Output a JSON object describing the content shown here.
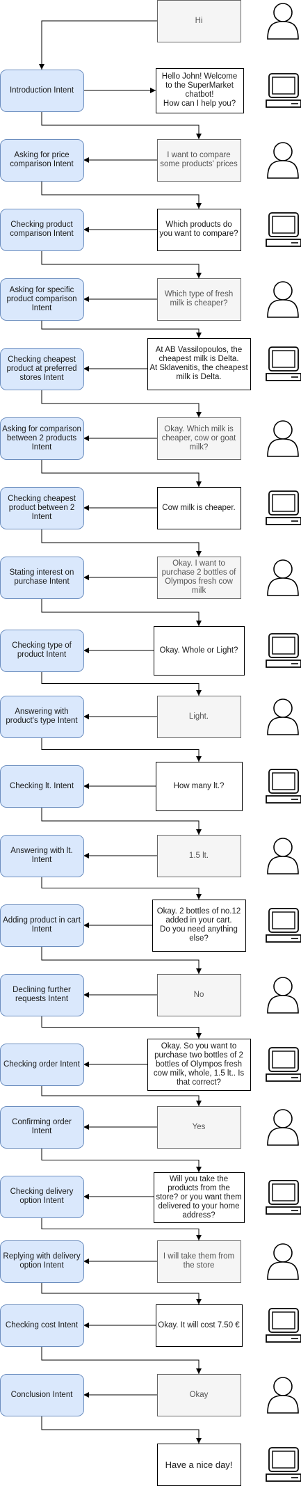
{
  "intents": [
    "Introduction Intent",
    "Asking for price comparison Intent",
    "Checking product comparison Intent",
    "Asking for specific product comparison Intent",
    "Checking cheapest product at preferred stores Intent",
    "Asking for comparison between 2 products Intent",
    "Checking cheapest product between 2 Intent",
    "Stating interest on purchase Intent",
    "Checking type of product Intent",
    "Answering with product's type Intent",
    "Checking lt. Intent",
    "Answering with lt. Intent",
    "Adding product in cart Intent",
    "Declining further requests Intent",
    "Checking order Intent",
    "Confirming order Intent",
    "Checking delivery option Intent",
    "Replying with delivery option Intent",
    "Checking cost Intent",
    "Conclusion Intent"
  ],
  "messages": [
    {
      "speaker": "user",
      "text": "Hi"
    },
    {
      "speaker": "bot",
      "text": "Hello John! Welcome to the SuperMarket chatbot!\nHow can I help you?"
    },
    {
      "speaker": "user",
      "text": "I want to compare some products' prices"
    },
    {
      "speaker": "bot",
      "text": "Which products do you want to compare?"
    },
    {
      "speaker": "user",
      "text": "Which type of fresh milk is cheaper?"
    },
    {
      "speaker": "bot",
      "text": "At AB Vassilopoulos, the cheapest milk is Delta.\nAt Sklavenitis, the cheapest milk is Delta."
    },
    {
      "speaker": "user",
      "text": "Okay. Which milk is cheaper, cow or goat milk?"
    },
    {
      "speaker": "bot",
      "text": "Cow milk is cheaper."
    },
    {
      "speaker": "user",
      "text": "Okay. I want to purchase 2 bottles of Olympos fresh cow milk"
    },
    {
      "speaker": "bot",
      "text": "Okay. Whole or Light?"
    },
    {
      "speaker": "user",
      "text": "Light."
    },
    {
      "speaker": "bot",
      "text": "How many lt.?"
    },
    {
      "speaker": "user",
      "text": "1.5 lt."
    },
    {
      "speaker": "bot",
      "text": "Okay. 2 bottles of  no.12 added in your cart.\nDo you need anything else?"
    },
    {
      "speaker": "user",
      "text": "No"
    },
    {
      "speaker": "bot",
      "text": "Okay. So you want to purchase two bottles of 2 bottles of Olympos fresh cow milk, whole, 1.5 lt.. Is that correct?"
    },
    {
      "speaker": "user",
      "text": "Yes"
    },
    {
      "speaker": "bot",
      "text": "Will you take the products from the store? or you want them delivered to your home address?"
    },
    {
      "speaker": "user",
      "text": "I will take them from the store"
    },
    {
      "speaker": "bot",
      "text": "Okay. It will cost 7.50 €"
    },
    {
      "speaker": "user",
      "text": "Okay"
    },
    {
      "speaker": "bot",
      "text": "Have a nice day!"
    }
  ],
  "colors": {
    "intent_fill": "#dae8fc",
    "intent_stroke": "#6c8ebf",
    "user_fill": "#f5f5f5",
    "user_stroke": "#666666",
    "bot_fill": "#ffffff",
    "bot_stroke": "#000000",
    "edge": "#000000"
  },
  "icons": {
    "user": "person-icon",
    "bot": "computer-icon"
  }
}
